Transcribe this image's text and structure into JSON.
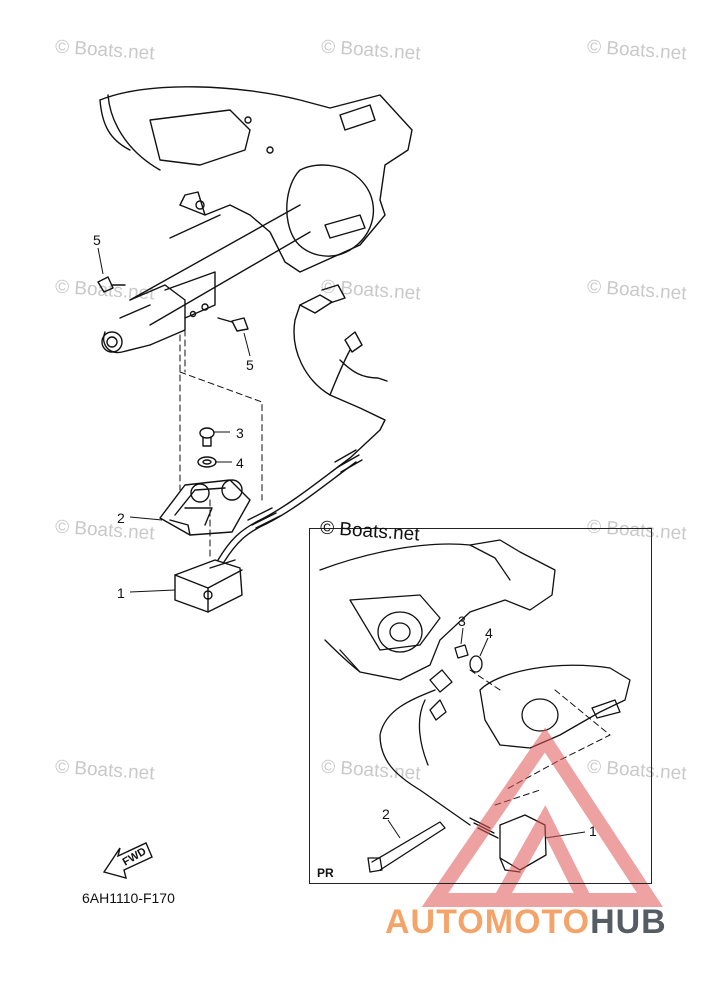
{
  "watermark_text": "© Boats.net",
  "inset": {
    "watermark": "© Boats.net",
    "label": "PR",
    "callouts": [
      "3",
      "4",
      "2",
      "1"
    ]
  },
  "main_callouts": [
    "5",
    "5",
    "3",
    "4",
    "2",
    "1"
  ],
  "fwd_label": "FWD",
  "part_code": "6AH1110-F170",
  "logo": {
    "part1": "AUTOMOTO",
    "part2": "HUB",
    "colors": {
      "part1": "#f4a46a",
      "part2": "#555c63"
    }
  },
  "warning_triangle_color": "#e05555"
}
